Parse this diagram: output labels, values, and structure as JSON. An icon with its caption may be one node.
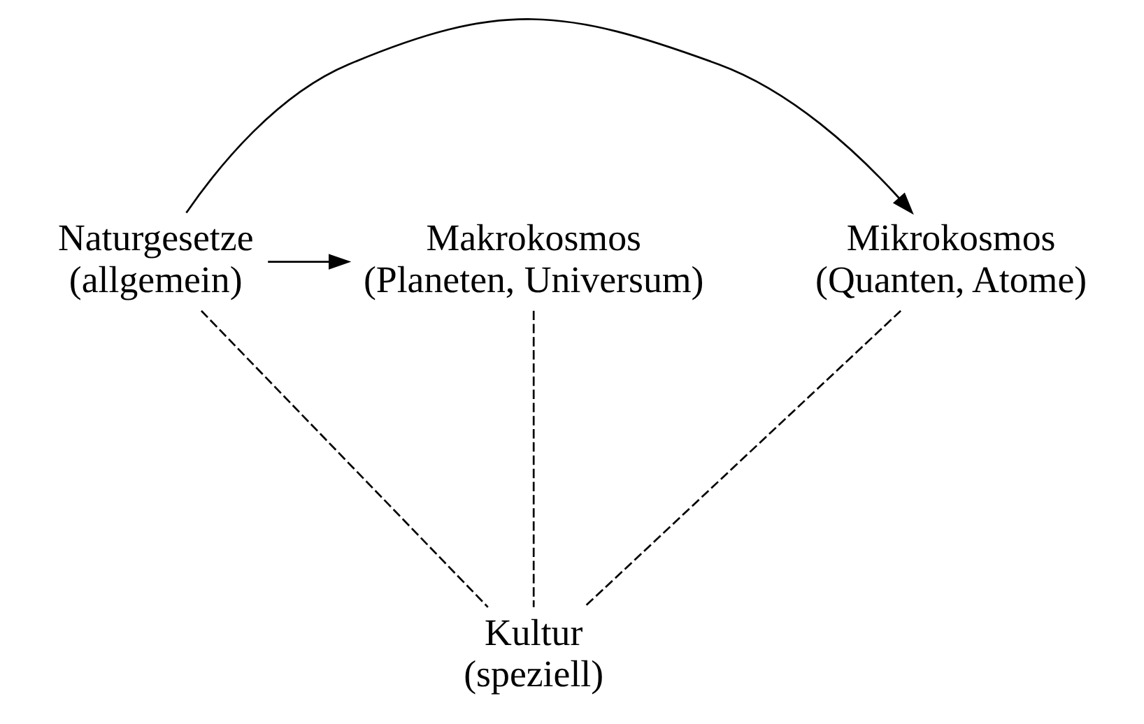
{
  "diagram": {
    "nodes": [
      {
        "text": [
          "Mikrokosmos",
          "(Quanten, Atome)"
        ]
      },
      {
        "text": [
          "Naturgesetze",
          "(allgemein)"
        ]
      },
      {
        "text": [
          "Makrokosmos",
          "(Planeten, Universum)"
        ]
      },
      {
        "text": [
          "Kultur",
          "(speziell)"
        ]
      }
    ],
    "edges": [
      {
        "from": 1,
        "to": 0,
        "arrow": "to"
      },
      {
        "from": 1,
        "to": 2,
        "arrow": "to"
      },
      {
        "from": 0,
        "to": 3,
        "arrow": "none",
        "style": "dashed"
      },
      {
        "from": 1,
        "to": 3,
        "arrow": "none",
        "style": "dashed"
      },
      {
        "from": 2,
        "to": 3,
        "arrow": "none",
        "style": "dashed"
      }
    ]
  }
}
